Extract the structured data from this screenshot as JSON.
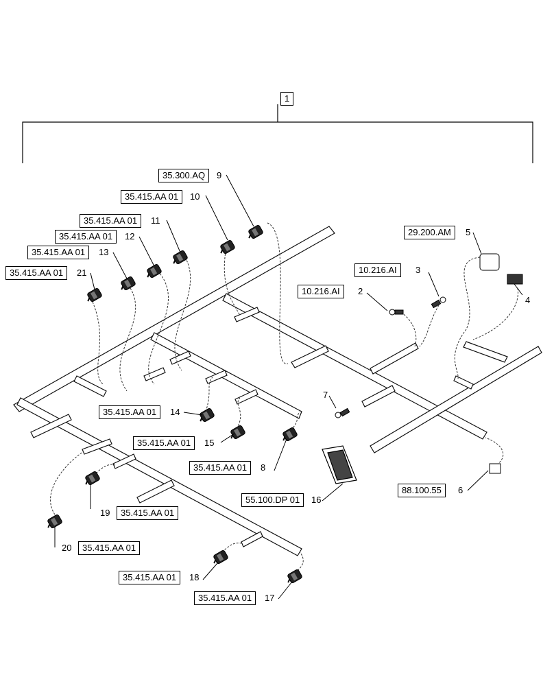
{
  "assembly": {
    "item": "1"
  },
  "callouts": [
    {
      "item": "2",
      "ref": "10.216.AI"
    },
    {
      "item": "3",
      "ref": "10.216.AI"
    },
    {
      "item": "4",
      "ref": ""
    },
    {
      "item": "5",
      "ref": "29.200.AM"
    },
    {
      "item": "6",
      "ref": "88.100.55"
    },
    {
      "item": "7",
      "ref": ""
    },
    {
      "item": "8",
      "ref": "35.415.AA 01"
    },
    {
      "item": "9",
      "ref": "35.300.AQ"
    },
    {
      "item": "10",
      "ref": "35.415.AA 01"
    },
    {
      "item": "11",
      "ref": "35.415.AA 01"
    },
    {
      "item": "12",
      "ref": "35.415.AA 01"
    },
    {
      "item": "13",
      "ref": "35.415.AA 01"
    },
    {
      "item": "14",
      "ref": "35.415.AA 01"
    },
    {
      "item": "15",
      "ref": "35.415.AA 01"
    },
    {
      "item": "16",
      "ref": "55.100.DP 01"
    },
    {
      "item": "17",
      "ref": "35.415.AA 01"
    },
    {
      "item": "18",
      "ref": "35.415.AA 01"
    },
    {
      "item": "19",
      "ref": "35.415.AA 01"
    },
    {
      "item": "20",
      "ref": "35.415.AA 01"
    },
    {
      "item": "21",
      "ref": "35.415.AA 01"
    }
  ]
}
